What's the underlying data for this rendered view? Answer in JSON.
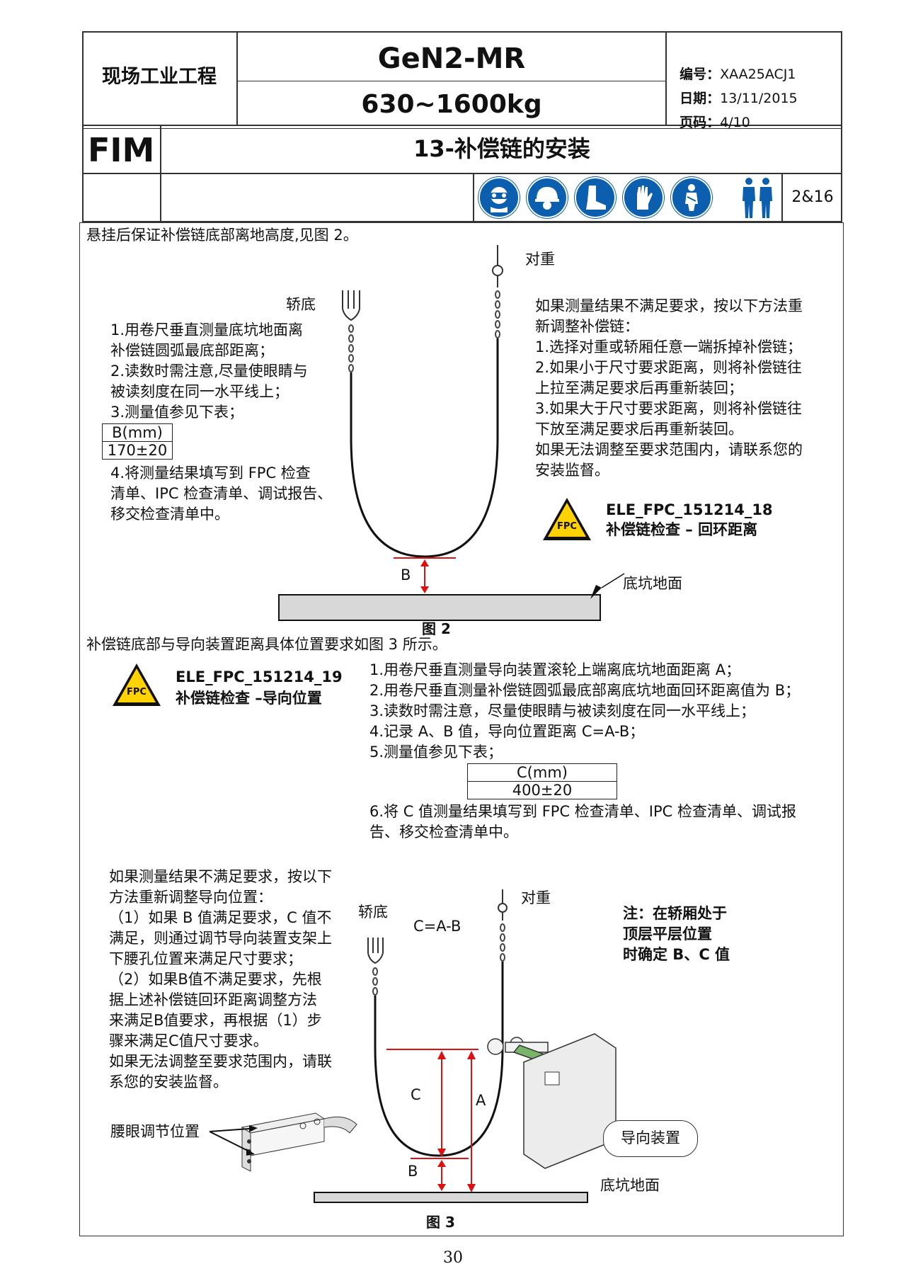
{
  "header": {
    "company": "现场工业工程",
    "model": "GeN2-MR",
    "capacity": "630~1600kg",
    "code_label": "编号：",
    "code_value": "XAA25ACJ1",
    "date_label": "日期：",
    "date_value": "13/11/2015",
    "page_label": "页码：",
    "page_value": "4/10",
    "fim": "FIM",
    "section_title": "13-补偿链的安装",
    "people_count": "2&16",
    "ppe_icons": [
      "goggles-icon",
      "helmet-icon",
      "safety-boots-icon",
      "gloves-icon",
      "harness-icon",
      "two-workers-icon"
    ]
  },
  "section1": {
    "intro": "悬挂后保证补偿链底部离地高度,见图 2。",
    "counterweight_label": "对重",
    "car_bottom_label": "轿底",
    "steps": [
      "1.用卷尺垂直测量底坑地面离",
      "补偿链圆弧最底部距离；",
      "2.读数时需注意,尽量使眼睛与",
      "被读刻度在同一水平线上；",
      "3.测量值参见下表；"
    ],
    "table_header": "B(mm)",
    "table_value": "170±20",
    "step4": [
      "4.将测量结果填写到 FPC 检查",
      "清单、IPC 检查清单、调试报告、",
      "移交检查清单中。"
    ],
    "adjust": [
      "如果测量结果不满足要求，按以下方法重",
      "新调整补偿链：",
      "1.选择对重或轿厢任意一端拆掉补偿链；",
      "2.如果小于尺寸要求距离，则将补偿链往",
      "上拉至满足要求后再重新装回；",
      "3.如果大于尺寸要求距离，则将补偿链往",
      "下放至满足要求后再重新装回。",
      "如果无法调整至要求范围内，请联系您的",
      "安装监督。"
    ],
    "fpc_badge": "FPC",
    "fpc_code": "ELE_FPC_151214_18",
    "fpc_desc": "补偿链检查 – 回环距离",
    "dim_b": "B",
    "pit_floor": "底坑地面",
    "figure": "图 2"
  },
  "section2": {
    "intro": "补偿链底部与导向装置距离具体位置要求如图 3 所示。",
    "fpc_badge": "FPC",
    "fpc_code": "ELE_FPC_151214_19",
    "fpc_desc": "补偿链检查 –导向位置",
    "steps": [
      "1.用卷尺垂直测量导向装置滚轮上端离底坑地面距离 A；",
      "2.用卷尺垂直测量补偿链圆弧最底部离底坑地面回环距离值为 B；",
      "3.读数时需注意，尽量使眼睛与被读刻度在同一水平线上；",
      "4.记录 A、B 值，导向位置距离 C=A-B；",
      "5.测量值参见下表；"
    ],
    "table_header": "C(mm)",
    "table_value": "400±20",
    "step6": [
      "6.将 C 值测量结果填写到 FPC 检查清单、IPC 检查清单、调试报",
      "告、移交检查清单中。"
    ],
    "adjust": [
      "如果测量结果不满足要求，按以下",
      "方法重新调整导向位置：",
      "（1）如果 B 值满足要求，C 值不",
      "满足，则通过调节导向装置支架上",
      "下腰孔位置来满足尺寸要求；",
      "（2）如果B值不满足要求，先根",
      "据上述补偿链回环距离调整方法",
      "来满足B值要求，再根据（1）步",
      "骤来满足C值尺寸要求。",
      "如果无法调整至要求范围内，请联",
      "系您的安装监督。"
    ],
    "car_bottom_label": "轿底",
    "counterweight_label": "对重",
    "formula": "C=A-B",
    "note": [
      "注：在轿厢处于",
      "顶层平层位置",
      "时确定 B、C 值"
    ],
    "dim_c": "C",
    "dim_a": "A",
    "dim_b": "B",
    "waist_hole": "腰眼调节位置",
    "guide_device": "导向装置",
    "pit_floor": "底坑地面",
    "figure": "图 3"
  },
  "footer": {
    "page_number": "30"
  }
}
